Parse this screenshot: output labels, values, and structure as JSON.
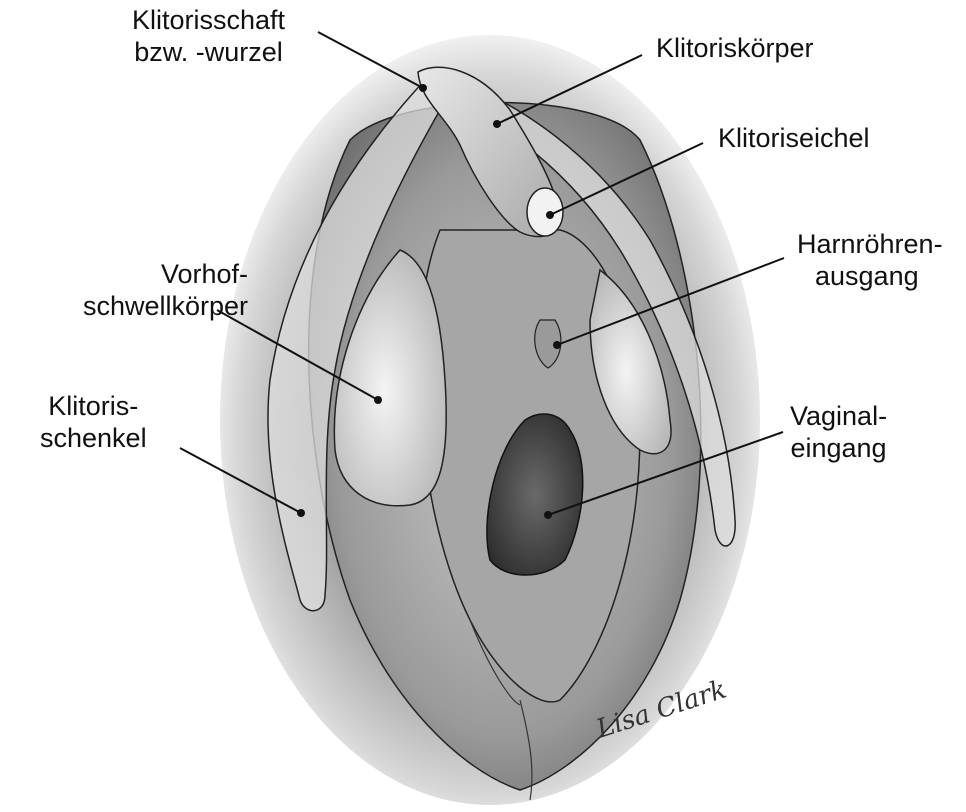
{
  "labels": {
    "klitorisschaft": [
      "Klitorisschaft",
      "bzw. -wurzel"
    ],
    "klitoriskoerper": [
      "Klitoriskörper"
    ],
    "klitoriseichel": [
      "Klitoriseichel"
    ],
    "harnroehren": [
      "Harnröhren-",
      "ausgang"
    ],
    "vorhof": [
      "Vorhof-",
      "schwellkörper"
    ],
    "klitorisschenkel": [
      "Klitoris-",
      "schenkel"
    ],
    "vaginal": [
      "Vaginal-",
      "eingang"
    ]
  },
  "signature": "Lisa Clark",
  "colors": {
    "text": "#111111",
    "leader": "#111111",
    "tissue_dark": "#3a3a3a",
    "tissue_light": "#d9d9d9"
  }
}
